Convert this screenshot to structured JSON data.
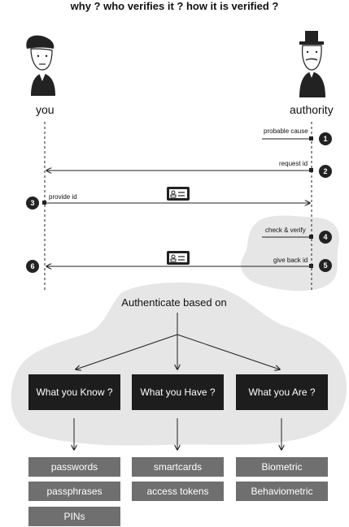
{
  "title": "why ? who verifies it ? how it is verified ?",
  "actors": {
    "you": "you",
    "authority": "authority"
  },
  "steps": [
    {
      "number": "1",
      "label": "probable cause"
    },
    {
      "number": "2",
      "label": "request id"
    },
    {
      "number": "3",
      "label": "provide id"
    },
    {
      "number": "4",
      "label": "check & verify"
    },
    {
      "number": "5",
      "label": "give back id"
    },
    {
      "number": "6",
      "label": ""
    }
  ],
  "auth": {
    "heading": "Authenticate based on",
    "categories": [
      {
        "label": "What you Know ?",
        "items": [
          "passwords",
          "passphrases",
          "PINs"
        ]
      },
      {
        "label": "What you Have ?",
        "items": [
          "smartcards",
          "access tokens"
        ]
      },
      {
        "label": "What you Are ?",
        "items": [
          "Biometric",
          "Behaviometric"
        ]
      }
    ]
  },
  "colors": {
    "blob": "#e6e6e6",
    "box": "#1d1d1d",
    "item": "#6f6f6f",
    "badge": "#222222"
  }
}
